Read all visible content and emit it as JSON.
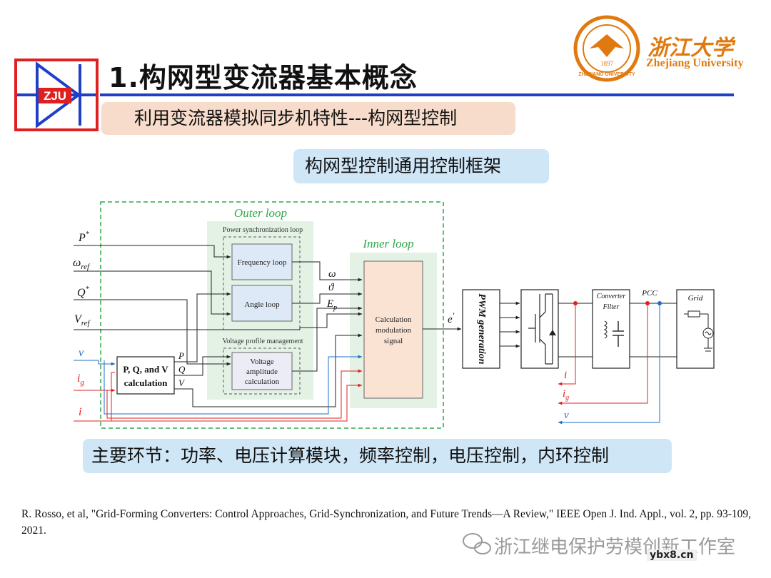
{
  "header": {
    "logo_text": "ZJU",
    "title": "1.构网型变流器基本概念",
    "university_cn": "浙江大学",
    "university_en": "Zhejiang University",
    "seal_year": "1897",
    "seal_text": "ZHEJIANG UNIVERSITY"
  },
  "subtitle": "利用变流器模拟同步机特性---构网型控制",
  "framework_title": "构网型控制通用控制框架",
  "diagram": {
    "outer_loop": "Outer loop",
    "inner_loop": "Inner loop",
    "power_sync_loop": "Power synchronization loop",
    "frequency_loop": "Frequency loop",
    "angle_loop": "Angle loop",
    "voltage_profile": "Voltage profile management",
    "voltage_amp_1": "Voltage",
    "voltage_amp_2": "amplitude",
    "voltage_amp_3": "calculation",
    "calc_1": "Calculation",
    "calc_2": "modulation",
    "calc_3": "signal",
    "pqv_1": "P, Q, and V",
    "pqv_2": "calculation",
    "pwm": "PWM generation",
    "converter": "Converter",
    "filter": "Filter",
    "pcc": "PCC",
    "grid": "Grid",
    "inputs": {
      "p": "P",
      "omega": "ω",
      "q": "Q",
      "v": "V",
      "vout": "v",
      "ig": "i",
      "i": "i"
    },
    "input_sup": {
      "p": "*",
      "q": "*"
    },
    "input_sub": {
      "omega": "ref",
      "v": "ref",
      "ig": "g"
    },
    "pqv_out": {
      "p": "P",
      "q": "Q",
      "v": "V"
    },
    "loop_out": {
      "omega": "ω",
      "theta": "ϑ",
      "e": "E",
      "e_sub": "p"
    },
    "e_prime": "e",
    "e_prime_mark": "′",
    "meas": {
      "i": "i",
      "ig": "i",
      "ig_sub": "g",
      "v": "v"
    }
  },
  "key_points": "主要环节：功率、电压计算模块，频率控制，电压控制，内环控制",
  "reference": "R. Rosso, et al, \"Grid-Forming Converters: Control Approaches, Grid-Synchronization, and Future Trends—A Review,\" IEEE Open J. Ind. Appl., vol. 2, pp. 93-109, 2021.",
  "wechat_account": "浙江继电保护劳模创新工作室",
  "watermark": "ybx8.cn",
  "colors": {
    "logo_red": "#e02020",
    "logo_blue": "#1f3fc7",
    "title_rule": "#1f3fc7",
    "subtitle_bg": "#f8dccb",
    "highlight_bg": "#cfe6f7",
    "outer_green": "#2ea84a",
    "loop_green_bg": "#e3f2e5",
    "calc_bg": "#fbe3d4",
    "signal_red": "#e02020",
    "signal_blue": "#1e6fc8",
    "zju_orange": "#e07a10"
  }
}
